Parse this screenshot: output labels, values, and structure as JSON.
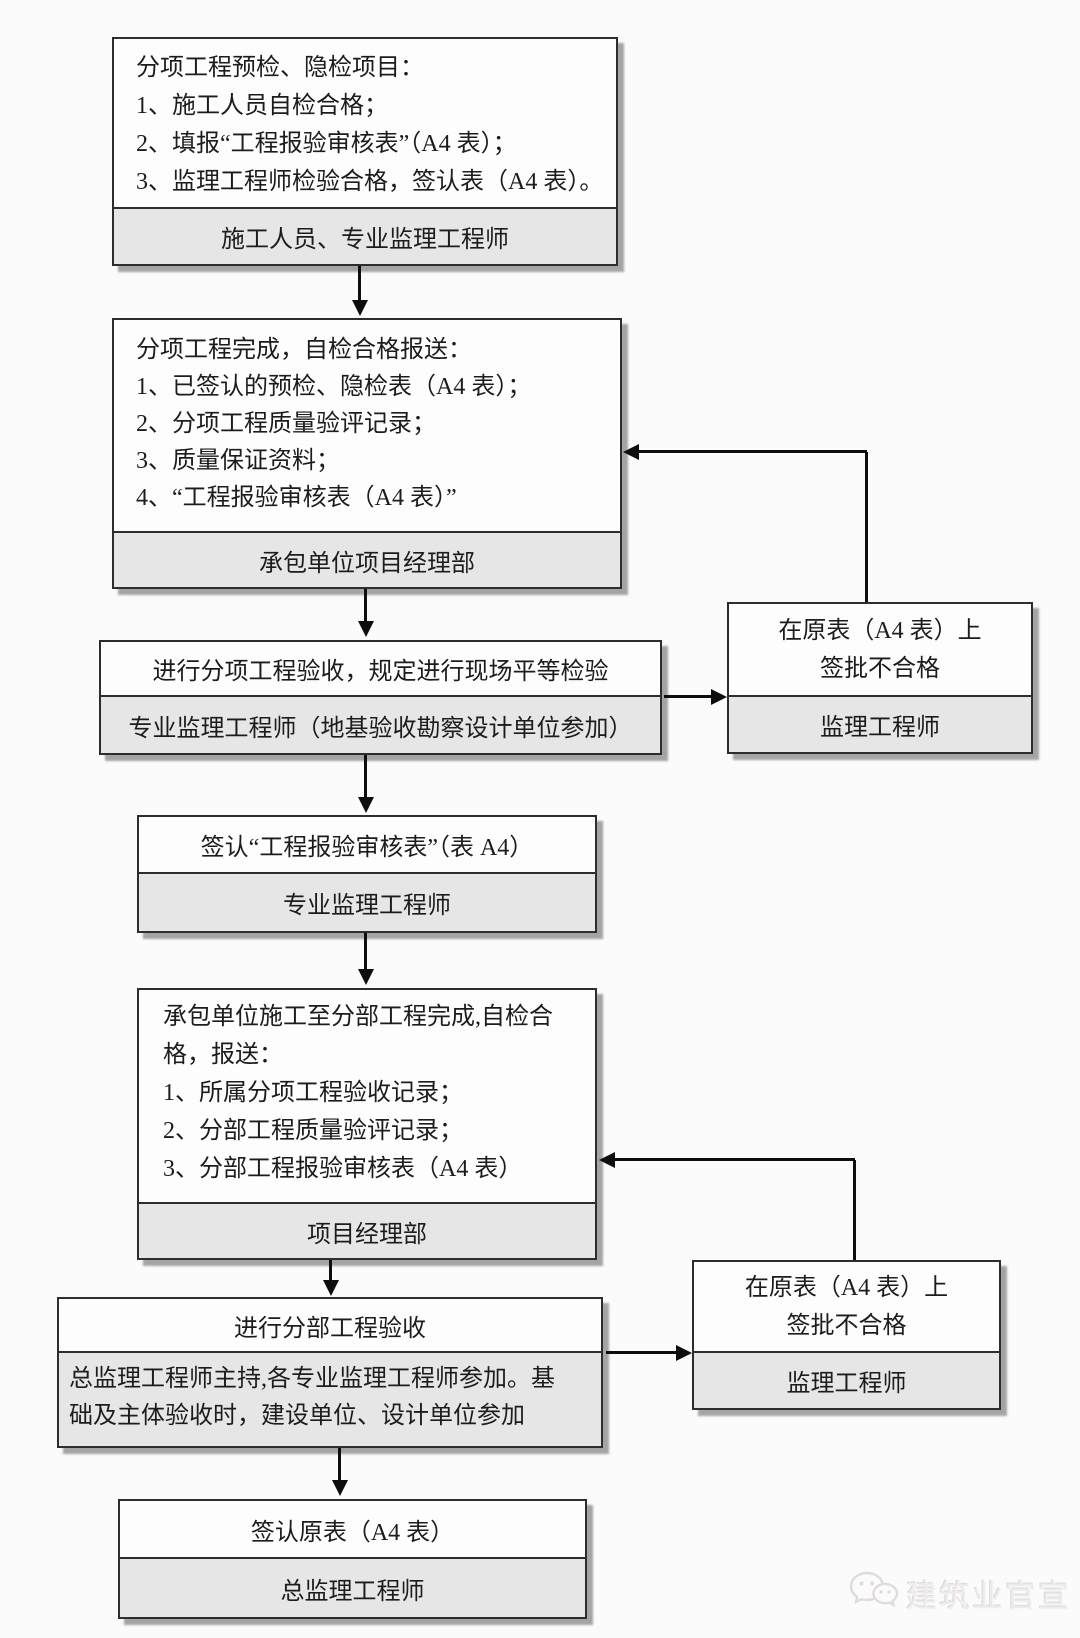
{
  "page": {
    "background": "#fbfbfb"
  },
  "colors": {
    "box_border": "#2d2d2d",
    "box_fill": "#fdfdfd",
    "footer_fill": "#e6e6e6",
    "shadow": "#5c5c5c",
    "arrow": "#0e0e0e",
    "text": "#1c1c1c",
    "watermark": "#eceae9"
  },
  "flow": {
    "precheck": {
      "lines": [
        "分项工程预检、隐检项目：",
        "1、施工人员自检合格；",
        "2、填报“工程报验审核表”（A4 表）；",
        "3、监理工程师检验合格，签认表（A4 表）。"
      ],
      "footer": "施工人员、专业监理工程师"
    },
    "subitem_report": {
      "lines": [
        "分项工程完成，自检合格报送：",
        "1、已签认的预检、隐检表（A4 表）；",
        "2、分项工程质量验评记录；",
        "3、质量保证资料；",
        "4、“工程报验审核表（A4 表）”"
      ],
      "footer": "承包单位项目经理部"
    },
    "subitem_acceptance": {
      "title": "进行分项工程验收，规定进行现场平等检验",
      "footer": "专业监理工程师（地基验收勘察设计单位参加）"
    },
    "reject_subitem": {
      "lines": [
        "在原表（A4 表）上",
        "签批不合格"
      ],
      "footer": "监理工程师"
    },
    "sign_review_form": {
      "title": "签认“工程报验审核表”（表 A4）",
      "footer": "专业监理工程师"
    },
    "subdivision_report": {
      "lines": [
        "承包单位施工至分部工程完成,自检合",
        "格，报送：",
        "1、所属分项工程验收记录；",
        "2、分部工程质量验评记录；",
        "3、分部工程报验审核表（A4 表）"
      ],
      "footer": "项目经理部"
    },
    "subdivision_acceptance": {
      "title": "进行分部工程验收",
      "footer_lines": [
        "总监理工程师主持,各专业监理工程师参加。基",
        "础及主体验收时，建设单位、设计单位参加"
      ]
    },
    "reject_subdivision": {
      "lines": [
        "在原表（A4 表）上",
        "签批不合格"
      ],
      "footer": "监理工程师"
    },
    "sign_original": {
      "title": "签认原表（A4 表）",
      "footer": "总监理工程师"
    }
  },
  "watermark": {
    "icon": "wechat-bubbles-icon",
    "text": "建筑业官宣"
  }
}
